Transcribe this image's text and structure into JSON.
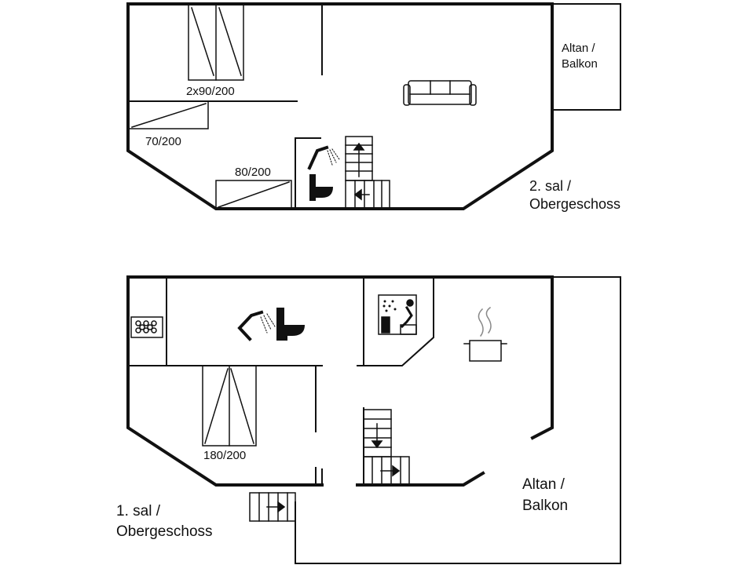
{
  "upper_floor": {
    "name_line1": "2. sal /",
    "name_line2": "Obergeschoss",
    "balcony_line1": "Altan /",
    "balcony_line2": "Balkon",
    "bed_twin": "2x90/200",
    "bed_70": "70/200",
    "bed_80": "80/200"
  },
  "lower_floor": {
    "name_line1": "1. sal /",
    "name_line2": "Obergeschoss",
    "balcony_line1": "Altan /",
    "balcony_line2": "Balkon",
    "bed_double": "180/200"
  },
  "colors": {
    "line": "#111111",
    "background": "#ffffff"
  }
}
